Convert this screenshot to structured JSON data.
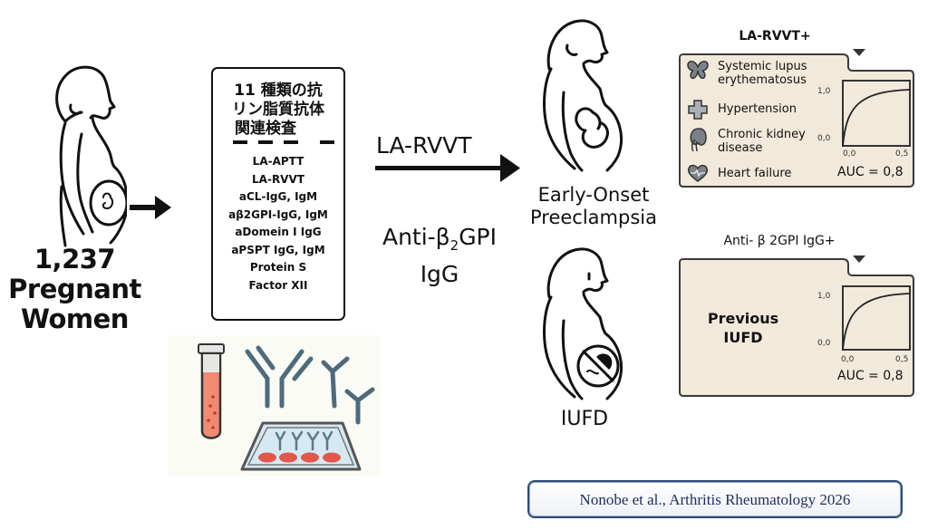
{
  "cohort": {
    "count": "1,237",
    "line1": "Pregnant",
    "line2": "Women"
  },
  "tests": {
    "title_lines": [
      "11 種類の抗",
      "リン脂質抗体",
      "関連検査"
    ],
    "items": [
      "LA-APTT",
      "LA-RVVT",
      "aCL-IgG, IgM",
      "aβ2GPI-IgG, IgM",
      "aDomein I IgG",
      "aPSPT IgG, IgM",
      "Protein S",
      "Factor XII"
    ]
  },
  "predictors": {
    "top": "LA-RVVT",
    "bottom_line1_main": "Anti-β",
    "bottom_line1_sub": "2",
    "bottom_line1_end": "GPI",
    "bottom_line2": "IgG"
  },
  "outcomes": {
    "early_onset_line1": "Early-Onset",
    "early_onset_line2": "Preeclampsia",
    "iufd": "IUFD"
  },
  "panels": [
    {
      "title": "LA-RVVT+",
      "items": [
        {
          "icon": "butterfly-icon",
          "label_line1": "Systemic lupus",
          "label_line2": "erythematosus"
        },
        {
          "icon": "medical-cross-icon",
          "label_line1": "Hypertension",
          "label_line2": ""
        },
        {
          "icon": "kidney-icon",
          "label_line1": "Chronic kidney",
          "label_line2": "disease"
        },
        {
          "icon": "heart-pulse-icon",
          "label_line1": "Heart failure",
          "label_line2": ""
        }
      ],
      "y_ticks": [
        "1,0",
        "0,0"
      ],
      "x_ticks": [
        "0,0",
        "0,5"
      ],
      "auc": "AUC = 0,8"
    },
    {
      "title": "Anti- β 2GPI IgG+",
      "text_line1": "Previous",
      "text_line2": "IUFD",
      "y_ticks": [
        "1,0",
        "0,0"
      ],
      "x_ticks": [
        "0,0",
        "0,5"
      ],
      "auc": "AUC = 0,8"
    }
  ],
  "citation": "Nonobe et al., Arthritis Rheumatology 2026",
  "colors": {
    "panel_bg": "#f1e9da",
    "citation_border": "#2c4a78",
    "citation_text": "#1f2c5c",
    "antibody": "#4e6b7b",
    "blood": "#e8826e",
    "well": "#e0584a"
  }
}
